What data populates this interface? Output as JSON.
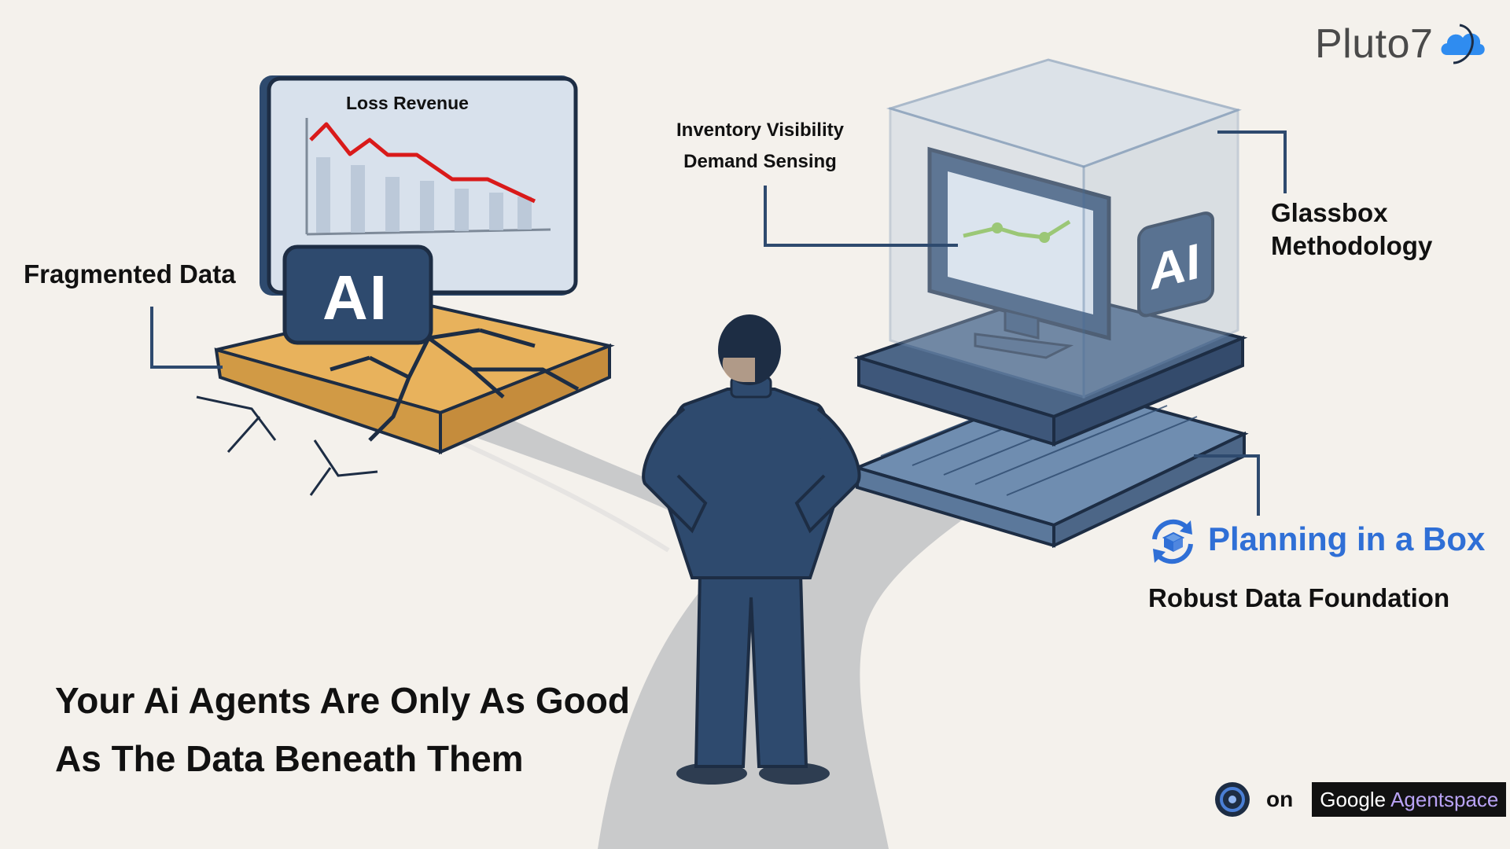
{
  "brand": {
    "name": "Pluto7",
    "logo_icon": "cloud-icon"
  },
  "left_panel": {
    "chart_title": "Loss Revenue",
    "badge": "AI",
    "label": "Fragmented Data"
  },
  "right_panel": {
    "callout_lines": [
      "Inventory Visibility",
      "Demand Sensing"
    ],
    "glassbox_lines": [
      "Glassbox",
      "Methodology"
    ],
    "badge": "AI",
    "product_title": "Planning in a Box",
    "product_subtitle": "Robust Data Foundation"
  },
  "headline_lines": [
    "Your Ai Agents Are Only As Good",
    "As The Data Beneath Them"
  ],
  "footer": {
    "on": "on",
    "google": "Google",
    "agentspace": "Agentspace"
  },
  "colors": {
    "navy": "#2e4a6e",
    "trend_red": "#d91a1a",
    "trend_green": "#8cc63f",
    "accent_blue": "#2f6fd6",
    "cracked_tile": "#e8b25c",
    "background": "#f4f1ec"
  }
}
